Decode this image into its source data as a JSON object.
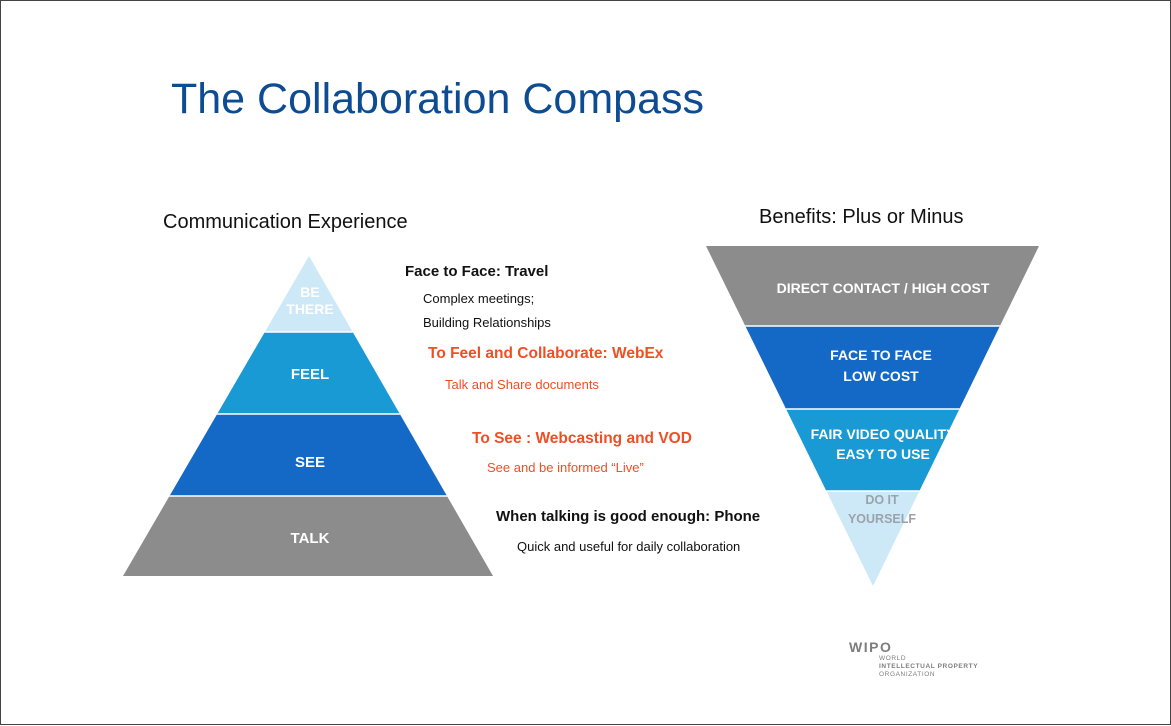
{
  "title": "The Collaboration Compass",
  "left": {
    "heading": "Communication Experience",
    "levels": [
      {
        "line1": "BE",
        "line2": "THERE"
      },
      {
        "label": "FEEL"
      },
      {
        "label": "SEE"
      },
      {
        "label": "TALK"
      }
    ]
  },
  "notes": [
    {
      "heading": "Face to Face: Travel",
      "lines": [
        "Complex meetings;",
        "Building Relationships"
      ]
    },
    {
      "heading": "To Feel and Collaborate: WebEx",
      "lines": [
        "Talk and Share documents"
      ]
    },
    {
      "heading": "To See : Webcasting and VOD",
      "lines": [
        "See and be informed “Live”"
      ]
    },
    {
      "heading": "When talking is good enough: Phone",
      "lines": [
        "Quick and useful for daily collaboration"
      ]
    }
  ],
  "right": {
    "heading": "Benefits: Plus or Minus",
    "levels": [
      {
        "line1": "DIRECT CONTACT / HIGH COST"
      },
      {
        "line1": "FACE TO FACE",
        "line2": "LOW COST"
      },
      {
        "line1": "FAIR VIDEO QUALITY",
        "line2": "EASY TO USE"
      },
      {
        "line1": "DO IT",
        "line2": "YOURSELF"
      }
    ]
  },
  "logo": {
    "name": "WIPO",
    "line1": "WORLD",
    "line2": "INTELLECTUAL PROPERTY",
    "line3": "ORGANIZATION"
  },
  "colors": {
    "title": "#0d4b93",
    "accent": "#f04e23",
    "gray": "#8c8c8c",
    "light_blue": "#cde9f7",
    "mid_blue": "#1a9ad4",
    "dark_blue": "#1469c7"
  }
}
